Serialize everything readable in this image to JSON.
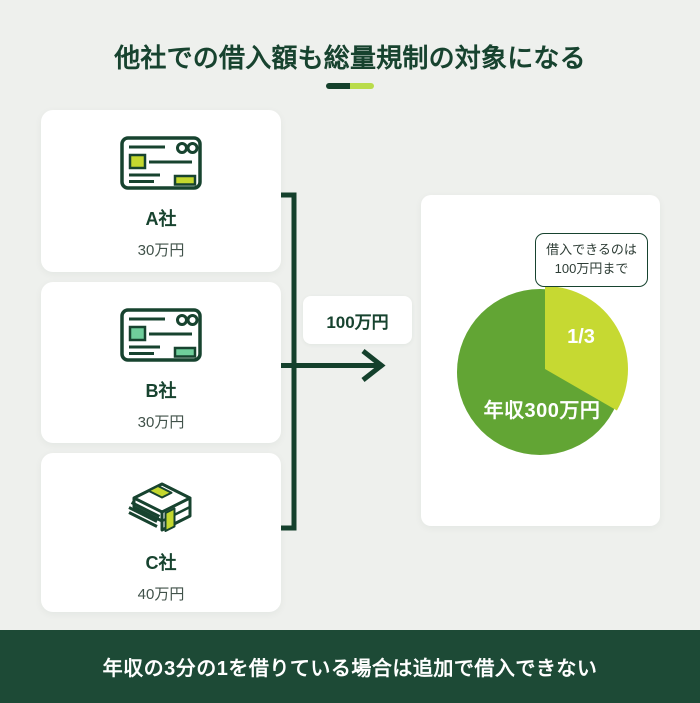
{
  "title": "他社での借入額も総量規制の対象になる",
  "theme": {
    "background": "#eef0ed",
    "dark_green": "#17432f",
    "divider_dark": "#14402b",
    "divider_light": "#b9dc4a",
    "footer_bg": "#1d4a36",
    "card_accent_yellow": "#c4d82f",
    "card_accent_mint": "#6fce9b"
  },
  "cards": [
    {
      "name": "A社",
      "amount": "30万円",
      "accent": "#c4d82f",
      "icon": "credit-card-icon"
    },
    {
      "name": "B社",
      "amount": "30万円",
      "accent": "#6fce9b",
      "icon": "credit-card-icon"
    },
    {
      "name": "C社",
      "amount": "40万円",
      "accent": "#c4d82f",
      "icon": "money-stack-icon"
    }
  ],
  "arrow_label": "100万円",
  "chart_data": {
    "type": "pie",
    "title": "",
    "start_angle_deg": 0,
    "direction": "clockwise",
    "slices": [
      {
        "label": "年収300万円",
        "fraction": 0.6667,
        "color": "#62a534"
      },
      {
        "label": "1/3",
        "fraction": 0.3333,
        "color": "#c6d932",
        "exploded": true
      }
    ],
    "callout": {
      "line1": "借入できるのは",
      "line2": "100万円まで"
    }
  },
  "footer": "年収の3分の1を借りている場合は追加で借入できない"
}
